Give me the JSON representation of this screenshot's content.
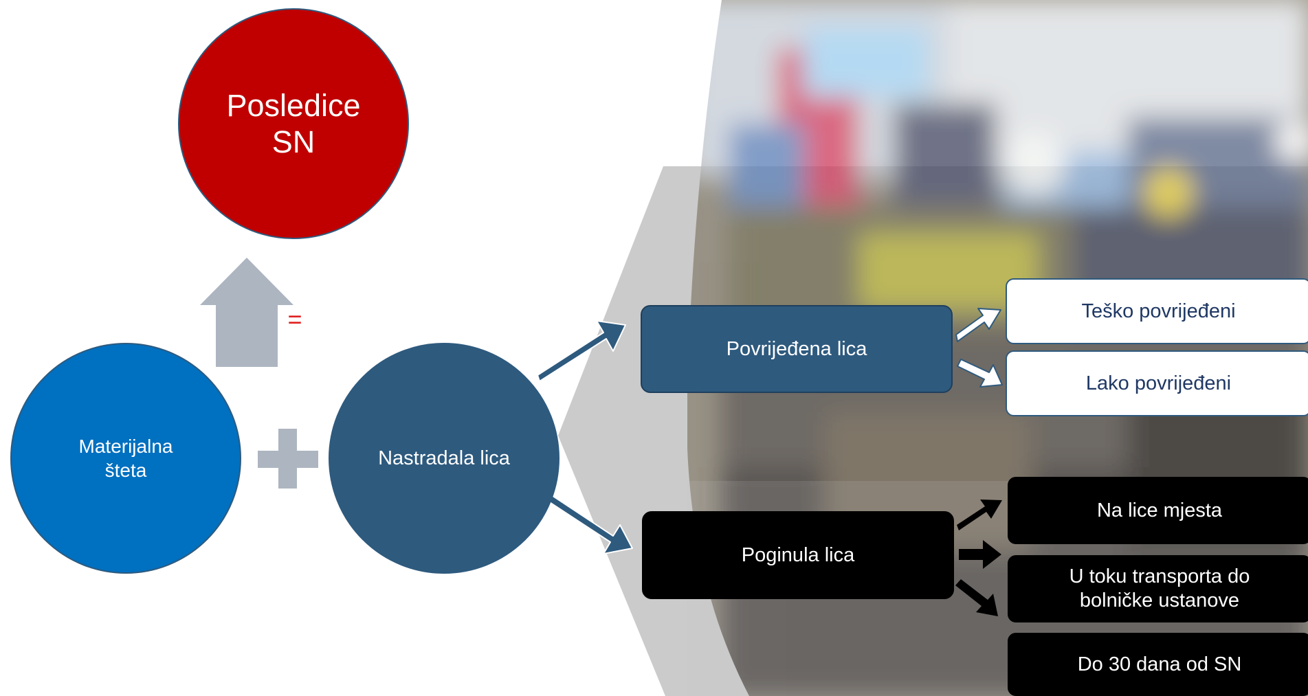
{
  "nodes": {
    "result": "Posledice\nSN",
    "equals_sign": "=",
    "material": "Materijalna\nšteta",
    "victims": "Nastradala lica",
    "injured": "Povrijeđena lica",
    "killed": "Poginula lica",
    "severe": "Teško povrijeđeni",
    "light": "Lako povrijeđeni",
    "on_site": "Na lice mjesta",
    "transport": "U toku transporta do\nbolničke ustanove",
    "within_30": "Do 30 dana od SN"
  },
  "colors": {
    "result": "#c00000",
    "material": "#0070c0",
    "victims": "#2e5a7e",
    "injured": "#2e5a7e",
    "killed": "#000000",
    "operator": "#acb5c0"
  }
}
